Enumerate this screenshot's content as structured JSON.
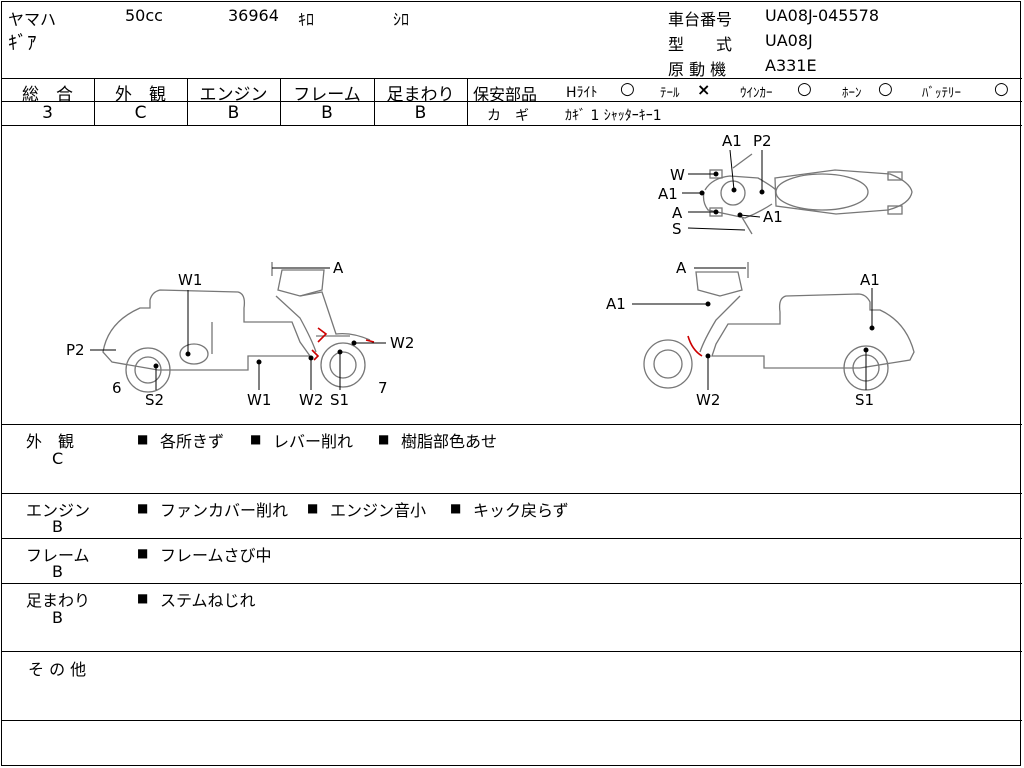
{
  "header": {
    "maker": "ヤマハ",
    "displacement": "50cc",
    "mileage": "36964",
    "mileage_unit": "ｷﾛ",
    "color": "ｼﾛ",
    "model_name": "ｷﾞｱ",
    "frame_no_label": "車台番号",
    "frame_no": "UA08J-045578",
    "type_label": "型　　式",
    "type": "UA08J",
    "engine_label": "原 動 機",
    "engine": "A331E"
  },
  "grades": {
    "overall_label": "総　合",
    "overall": "3",
    "exterior_label": "外　観",
    "exterior": "C",
    "engine_label": "エンジン",
    "engine": "B",
    "frame_label": "フレーム",
    "frame": "B",
    "suspension_label": "足まわり",
    "suspension": "B"
  },
  "safety": {
    "label": "保安部品",
    "headlight_label": "Hﾗｲﾄ",
    "headlight_mark": "○",
    "tail_label": "ﾃｰﾙ",
    "tail_mark": "×",
    "winker_label": "ｳｲﾝｶｰ",
    "winker_mark": "○",
    "horn_label": "ﾎｰﾝ",
    "horn_mark": "○",
    "battery_label": "ﾊﾞｯﾃﾘｰ",
    "battery_mark": "○"
  },
  "keys": {
    "label": "カ　ギ",
    "value": "ｶｷﾞ 1 ｼｬｯﾀｰｷｰ1"
  },
  "diagram": {
    "left": {
      "w1_top": "W1",
      "a": "A",
      "p2": "P2",
      "w2_right": "W2",
      "num6": "6",
      "s2": "S2",
      "w1_bottom": "W1",
      "w2_bottom": "W2",
      "s1": "S1",
      "num7": "7"
    },
    "top": {
      "a1": "A1",
      "p2": "P2",
      "w": "W",
      "a1_left": "A1",
      "a": "A",
      "a1_right": "A1",
      "s": "S"
    },
    "right": {
      "a": "A",
      "a1_left": "A1",
      "a1_right": "A1",
      "w2": "W2",
      "s1": "S1"
    }
  },
  "notes": {
    "exterior_label": "外　観",
    "exterior_grade": "C",
    "exterior_items": [
      "各所きず",
      "レバー削れ",
      "樹脂部色あせ"
    ],
    "engine_label": "エンジン",
    "engine_grade": "B",
    "engine_items": [
      "ファンカバー削れ",
      "エンジン音小",
      "キック戻らず"
    ],
    "frame_label": "フレーム",
    "frame_grade": "B",
    "frame_items": [
      "フレームさび中"
    ],
    "suspension_label": "足まわり",
    "suspension_grade": "B",
    "suspension_items": [
      "ステムねじれ"
    ],
    "other_label": "そ の 他"
  },
  "bullet": "■",
  "colors": {
    "damage_mark": "#cc0000"
  }
}
